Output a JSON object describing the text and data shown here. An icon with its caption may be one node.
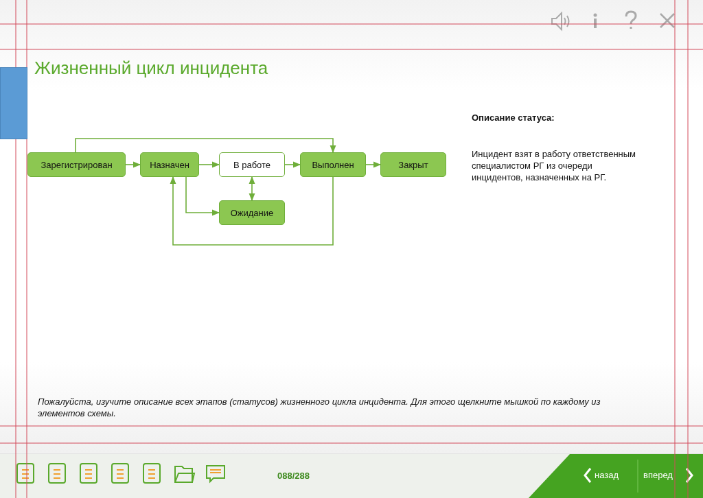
{
  "diagram": {
    "title": "Жизненный цикл инцидента",
    "nodes": [
      {
        "text": [
          "Зарегистрирован"
        ]
      },
      {
        "text": [
          "Назначен"
        ]
      },
      {
        "text": [
          "В работе"
        ]
      },
      {
        "text": [
          "Выполнен"
        ]
      },
      {
        "text": [
          "Закрыт"
        ]
      },
      {
        "text": [
          "Ожидание"
        ]
      },
      {
        "text": [],
        "shape": "box"
      }
    ],
    "edges": [
      {
        "from": 0,
        "to": 1,
        "arrow": "to"
      },
      {
        "from": 1,
        "to": 2,
        "arrow": "to"
      },
      {
        "from": 2,
        "to": 3,
        "arrow": "to"
      },
      {
        "from": 3,
        "to": 4,
        "arrow": "to"
      },
      {
        "from": 0,
        "to": 3,
        "arrow": "to"
      },
      {
        "from": 1,
        "to": 5,
        "arrow": "to"
      },
      {
        "from": 2,
        "to": 5,
        "arrow": "both"
      },
      {
        "from": 3,
        "to": 1,
        "arrow": "to"
      }
    ],
    "labels": [
      "Описание статуса:",
      "Инцидент взят в работу ответственным специалистом РГ из очереди инцидентов, назначенных на РГ.",
      "Пожалуйста, изучите описание всех этапов (статусов) жизненного цикла инцидента. Для этого щелкните мышкой по каждому из элементов схемы.",
      "088/288",
      "назад",
      "вперед"
    ]
  }
}
